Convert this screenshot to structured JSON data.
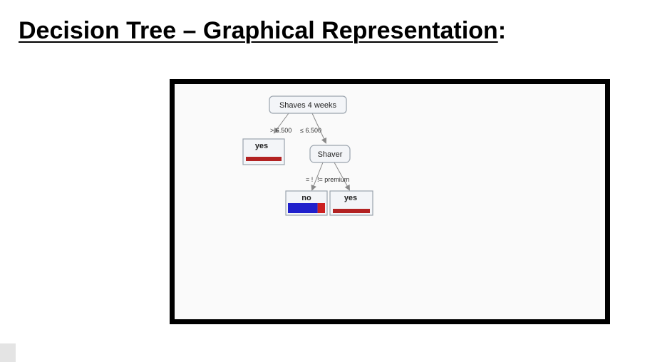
{
  "slide": {
    "title_main": "Decision Tree – Graphical Representation",
    "title_colon": ":"
  },
  "tree": {
    "root": {
      "label": "Shaves 4 weeks"
    },
    "root_edges": {
      "left_label": "> 6.500",
      "right_label": "≤ 6.500"
    },
    "leaf_left": {
      "label": "yes",
      "bar": [
        {
          "color": "#b22222",
          "fraction": 1.0
        }
      ]
    },
    "inner": {
      "label": "Shaver"
    },
    "inner_edges": {
      "left_label": "= !",
      "right_label": "!= premium"
    },
    "leaf_no": {
      "label": "no",
      "bar": [
        {
          "color": "#2020cc",
          "fraction": 0.8
        },
        {
          "color": "#cc2020",
          "fraction": 0.2
        }
      ]
    },
    "leaf_yes": {
      "label": "yes",
      "bar": [
        {
          "color": "#b22222",
          "fraction": 1.0
        }
      ]
    }
  },
  "colors": {
    "node_border": "#9aa3ad",
    "node_fill": "#f3f5f8",
    "edge": "#8a8a8a",
    "frame": "#000000"
  }
}
